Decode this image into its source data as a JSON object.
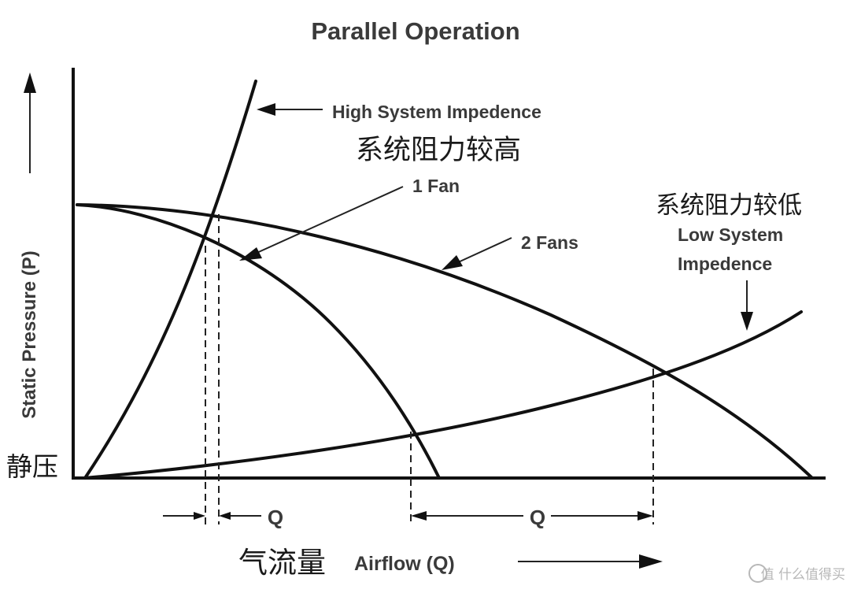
{
  "title": "Parallel Operation",
  "labels": {
    "high_impedance_en": "High System Impedence",
    "high_impedance_zh": "系统阻力较高",
    "one_fan": "1 Fan",
    "two_fans": "2 Fans",
    "low_impedance_zh": "系统阻力较低",
    "low_impedance_en_line1": "Low System",
    "low_impedance_en_line2": "Impedence",
    "y_axis_en": "Static Pressure (P)",
    "y_axis_zh": "静压",
    "x_axis_zh": "气流量",
    "x_axis_en": "Airflow (Q)",
    "delta_q_left": "Q",
    "delta_q_right": "Q",
    "watermark": "值 什么值得买"
  },
  "colors": {
    "ink": "#111111",
    "label_text": "#3a3a3a",
    "watermark": "#b8b8b8"
  }
}
